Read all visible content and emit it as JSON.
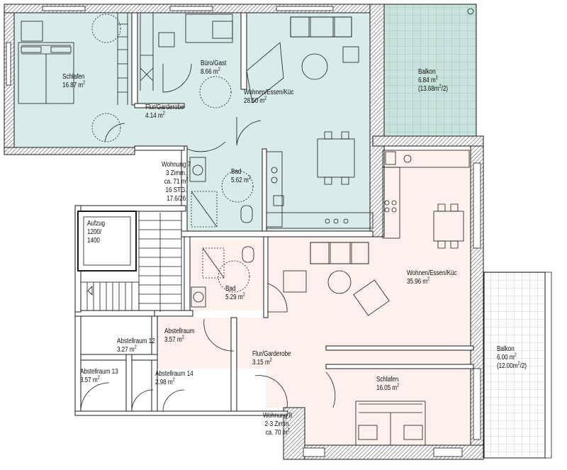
{
  "rooms": {
    "schlafen7": {
      "name": "Schlafen",
      "area": "16.87 m",
      "unit": "2"
    },
    "buero": {
      "name": "Büro/Gast",
      "area": "8.66 m",
      "unit": "2"
    },
    "wohnen7": {
      "name": "Wohnen/Essen/Küc",
      "area": "28.50 m",
      "unit": "2"
    },
    "balkon7": {
      "name": "Balkon",
      "area": "6.84 m",
      "unit": "2",
      "note_a": "(13.68m",
      "note_b": "/2)"
    },
    "flur7": {
      "name": "Flur/Garderobe",
      "area": "4.14 m",
      "unit": "2"
    },
    "bad7": {
      "name": "Bad",
      "area": "5.62 m",
      "unit": "2"
    },
    "aufzug": {
      "name": "Aufzug",
      "w": "1200/",
      "h": "1400"
    },
    "bad8": {
      "name": "Bad",
      "area": "5.29 m",
      "unit": "2"
    },
    "wohnen8": {
      "name": "Wohnen/Essen/Küc",
      "area": "35.96 m",
      "unit": "2"
    },
    "abstell12": {
      "name": "Abstellraum 12",
      "area": "3.27 m",
      "unit": "2"
    },
    "abstell_w8": {
      "name": "Abstellraum",
      "area": "3.57 m",
      "unit": "2"
    },
    "abstell13": {
      "name": "Abstellraum 13",
      "area": "3.57 m",
      "unit": "2"
    },
    "abstell14": {
      "name": "Abstellraum 14",
      "area": "2.98 m",
      "unit": "2"
    },
    "flur8": {
      "name": "Flur/Garderobe",
      "area": "3.15 m",
      "unit": "2"
    },
    "schlafen8": {
      "name": "Schlafen",
      "area": "16.05 m",
      "unit": "2"
    },
    "balkon8": {
      "name": "Balkon",
      "area": "6.00 m",
      "unit": "2",
      "note_a": "(12.00m",
      "note_b": "/2)"
    }
  },
  "units": {
    "w7": {
      "line1": "Wohnung 7",
      "line2": "3 Zimm.",
      "line3": "ca. 71 m",
      "sup": "2"
    },
    "w8": {
      "line1": "Wohnung 8",
      "line2": "2-3 Zimm.",
      "line3": "ca. 70 m",
      "sup": "2"
    }
  },
  "stairs": {
    "line1": "16 STG.",
    "line2": "17.6/26"
  },
  "colors": {
    "unit7_fill": "#d9ebea",
    "unit8_fill": "#fdf1ec",
    "balcony_fill": "#c8e2dc",
    "wall": "#1a1a1a",
    "hatch": "#555555"
  }
}
